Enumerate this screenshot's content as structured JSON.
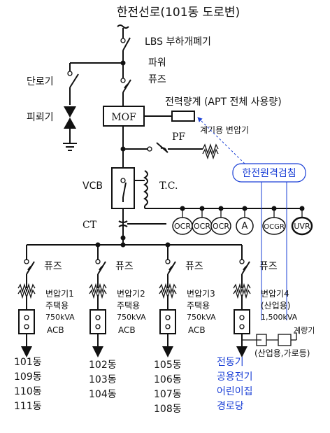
{
  "title": "한전선로(101동 도로변)",
  "labels": {
    "lbs": "LBS  부하개폐기",
    "power": "파워",
    "fuse_main": "퓨즈",
    "disconnector": "단로기",
    "arrester": "피뢰기",
    "mof": "MOF",
    "meter_main": "전력량계 (APT 전체 사용량)",
    "instrument_tr": "계기용 변압기",
    "pf": "PF",
    "vcb": "VCB",
    "tc": "T.C.",
    "ct": "CT",
    "remote": "한전원격검침",
    "relays": [
      "OCR",
      "OCR",
      "OCR",
      "A",
      "OCGR",
      "UVR"
    ]
  },
  "branches": [
    {
      "fuse": "퓨즈",
      "tr_name": "변압기1",
      "use": "주택용",
      "capacity": "750kVA",
      "breaker": "ACB",
      "loads": [
        "101동",
        "109동",
        "110동",
        "111동"
      ]
    },
    {
      "fuse": "퓨즈",
      "tr_name": "변압기2",
      "use": "주택용",
      "capacity": "750kVA",
      "breaker": "ACB",
      "loads": [
        "102동",
        "103동",
        "104동"
      ]
    },
    {
      "fuse": "퓨즈",
      "tr_name": "변압기3",
      "use": "주택용",
      "capacity": "750kVA",
      "breaker": "ACB",
      "loads": [
        "105동",
        "106동",
        "107동",
        "108동"
      ]
    },
    {
      "fuse": "퓨즈",
      "tr_name": "변압기4",
      "use": "(산업용)",
      "capacity": "1,500kVA",
      "meter": "계량기",
      "meter_note": "(산업용,가로등)",
      "loads": [
        "전동기",
        "공용전기",
        "어린이집",
        "경로당"
      ]
    }
  ]
}
